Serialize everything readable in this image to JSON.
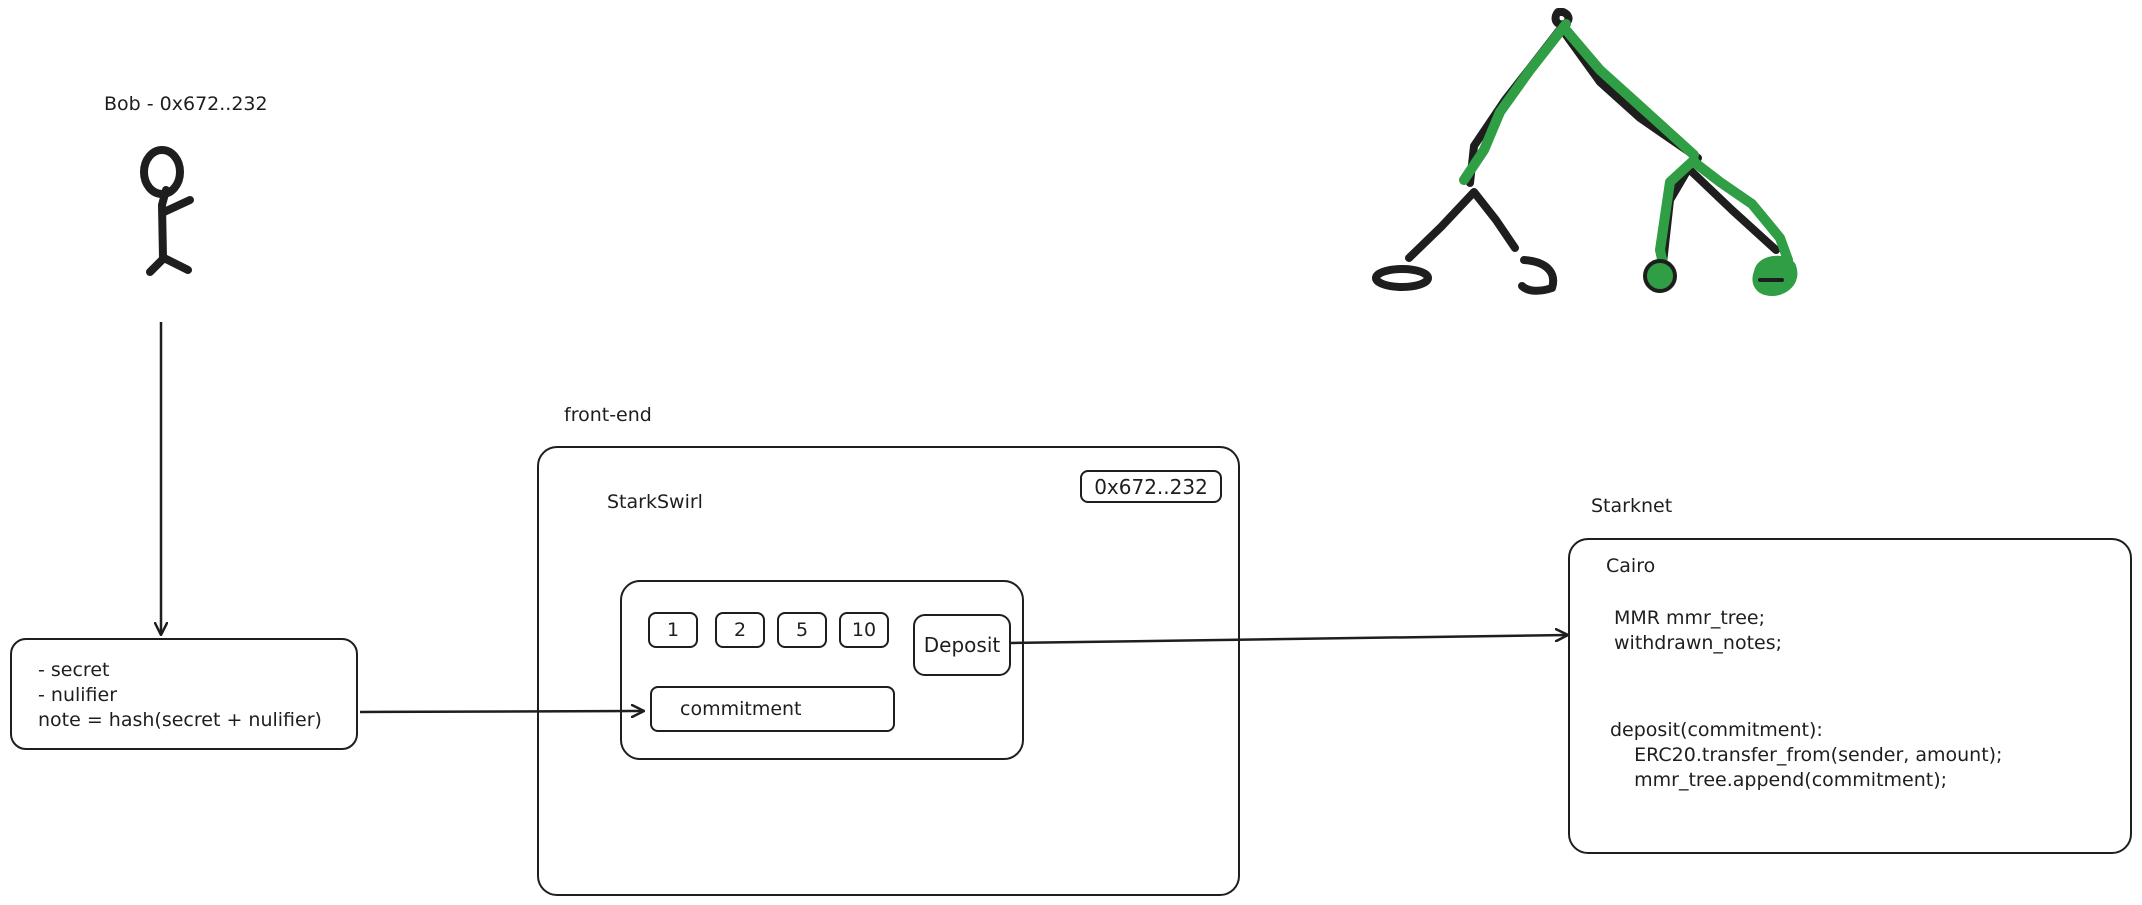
{
  "user": {
    "label": "Bob - 0x672..232"
  },
  "note_box": {
    "lines": [
      "- secret",
      "- nulifier",
      "note = hash(secret + nulifier)"
    ]
  },
  "frontend": {
    "section_label": "front-end",
    "app_name": "StarkSwirl",
    "address_badge": "0x672..232",
    "amounts": [
      "1",
      "2",
      "5",
      "10"
    ],
    "deposit_label": "Deposit",
    "commitment_label": "commitment"
  },
  "starknet": {
    "section_label": "Starknet",
    "lang_label": "Cairo",
    "code_lines": [
      "MMR mmr_tree;",
      "withdrawn_notes;",
      "",
      "",
      "deposit(commitment):",
      "    ERC20.transfer_from(sender, amount);",
      "    mmr_tree.append(commitment);"
    ]
  },
  "colors": {
    "ink": "#1e1e1e",
    "path_green": "#2f9e44"
  },
  "icons": [
    "stick-figure-icon",
    "merkle-tree-icon"
  ]
}
